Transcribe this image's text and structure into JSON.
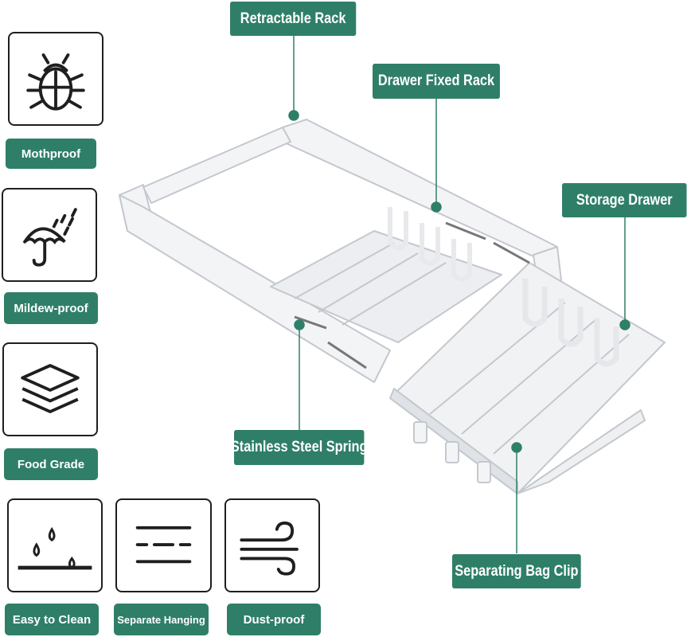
{
  "features": [
    {
      "label": "Mothproof",
      "icon": "bug-icon"
    },
    {
      "label": "Mildew-proof",
      "icon": "umbrella-rain-icon"
    },
    {
      "label": "Food Grade",
      "icon": "layers-icon"
    },
    {
      "label": "Easy to Clean",
      "icon": "water-drops-icon"
    },
    {
      "label": "Separate Hanging",
      "icon": "dashed-lines-icon"
    },
    {
      "label": "Dust-proof",
      "icon": "wind-icon"
    }
  ],
  "callouts": {
    "retractable_rack": "Retractable Rack",
    "drawer_fixed_rack": "Drawer Fixed Rack",
    "storage_drawer": "Storage Drawer",
    "stainless_steel_spring": "Stainless Steel Spring",
    "separating_bag_clip": "Separating Bag Clip"
  },
  "colors": {
    "accent": "#2f7f68",
    "icon_stroke": "#1f1f1f",
    "product_white": "#f2f3f5",
    "product_shadow": "#c9cdd3"
  }
}
